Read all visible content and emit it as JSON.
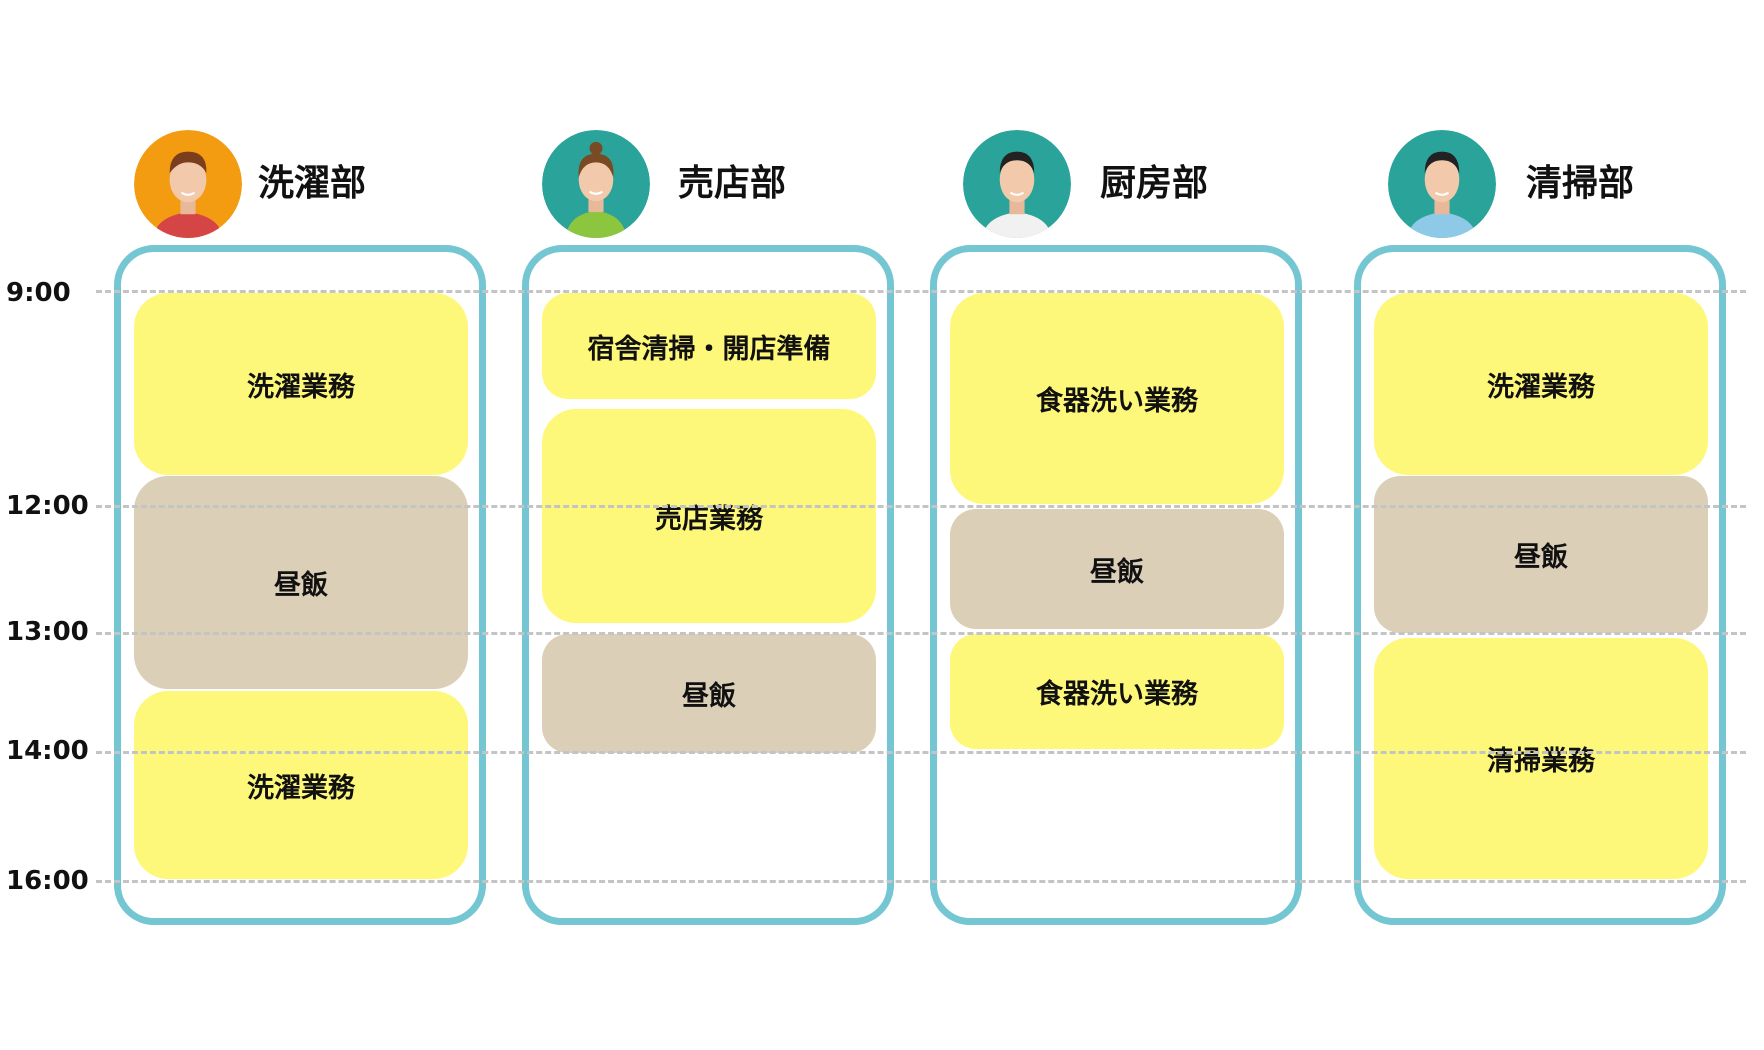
{
  "time_axis": [
    "9:00",
    "12:00",
    "13:00",
    "14:00",
    "16:00"
  ],
  "colors": {
    "column_border": "#74c7d2",
    "work_block": "#fef87a",
    "lunch_block": "#dccfb8",
    "gridline": "#c4c4c4"
  },
  "departments": [
    {
      "name": "洗濯部",
      "avatar": "man-orange-avatar-icon",
      "blocks": [
        {
          "label": "洗濯業務",
          "type": "work"
        },
        {
          "label": "昼飯",
          "type": "lunch"
        },
        {
          "label": "洗濯業務",
          "type": "work"
        }
      ]
    },
    {
      "name": "売店部",
      "avatar": "woman-teal-avatar-icon",
      "blocks": [
        {
          "label": "宿舎清掃・開店準備",
          "type": "work"
        },
        {
          "label": "売店業務",
          "type": "work"
        },
        {
          "label": "昼飯",
          "type": "lunch"
        }
      ]
    },
    {
      "name": "厨房部",
      "avatar": "man-white-shirt-avatar-icon",
      "blocks": [
        {
          "label": "食器洗い業務",
          "type": "work"
        },
        {
          "label": "昼飯",
          "type": "lunch"
        },
        {
          "label": "食器洗い業務",
          "type": "work"
        }
      ]
    },
    {
      "name": "清掃部",
      "avatar": "man-blue-shirt-avatar-icon",
      "blocks": [
        {
          "label": "洗濯業務",
          "type": "work"
        },
        {
          "label": "昼飯",
          "type": "lunch"
        },
        {
          "label": "清掃業務",
          "type": "work"
        }
      ]
    }
  ]
}
